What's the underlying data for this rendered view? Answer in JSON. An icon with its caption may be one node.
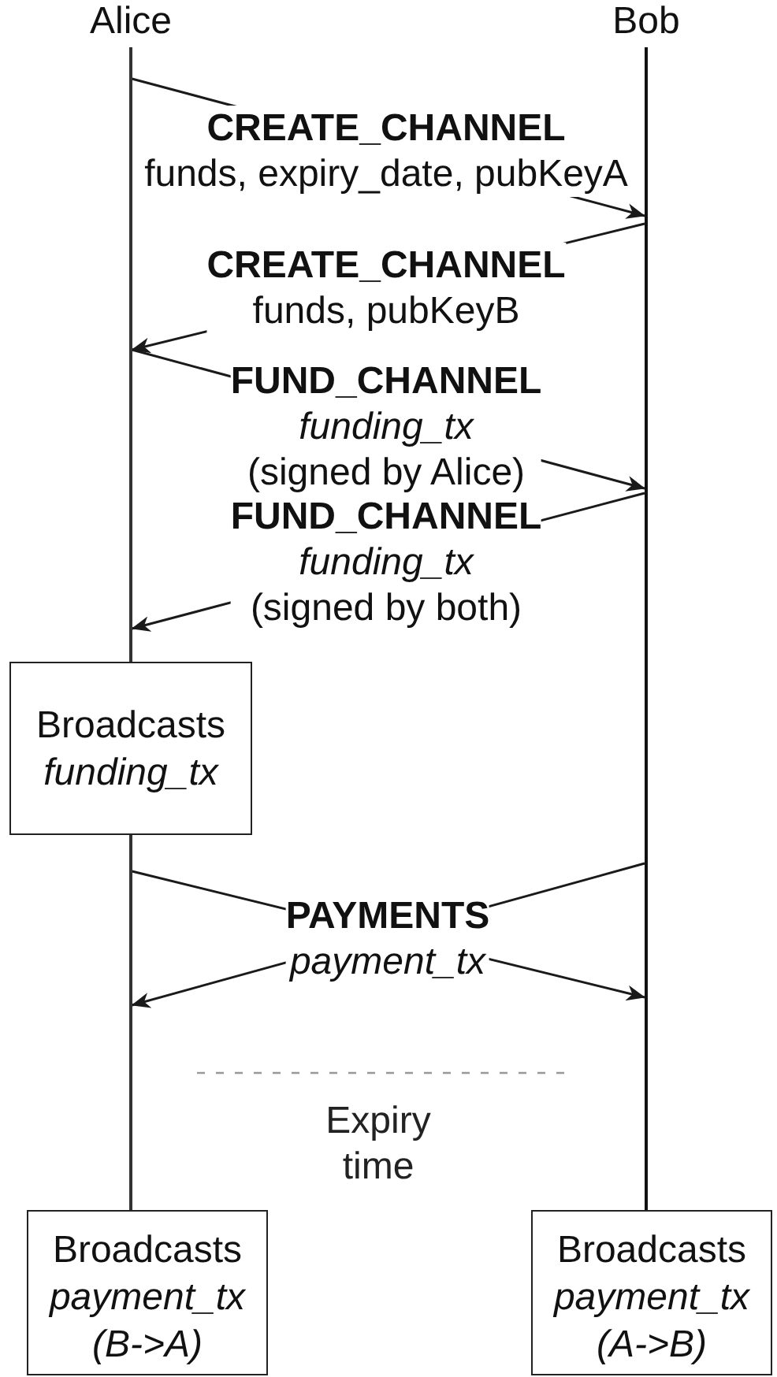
{
  "diagram": {
    "nodes": [
      {
        "text": [
          "Alice"
        ]
      },
      {
        "text": [
          "Bob"
        ]
      },
      {
        "text": [
          "Broadcasts *funding_tx*"
        ]
      },
      {
        "text": [
          "Broadcasts *payment_tx* *(B->A)*"
        ]
      },
      {
        "text": [
          "Broadcasts *payment_tx* *(A->B)*"
        ]
      }
    ],
    "edges": [
      {
        "from": 0,
        "to": 1,
        "arrow": "to",
        "label": "**CREATE_CHANNEL** funds, expiry_date, pubKeyA"
      },
      {
        "from": 1,
        "to": 0,
        "arrow": "to",
        "label": "**CREATE_CHANNEL** funds, pubKeyB"
      },
      {
        "from": 0,
        "to": 1,
        "arrow": "to",
        "label": "**FUND_CHANNEL** *funding_tx* (signed by Alice)"
      },
      {
        "from": 1,
        "to": 0,
        "arrow": "to",
        "label": "**FUND_CHANNEL** *funding_tx* (signed by both)"
      },
      {
        "from": 0,
        "to": 1,
        "arrow": "to",
        "label": "**PAYMENTS** *payment_tx*"
      },
      {
        "from": 1,
        "to": 0,
        "arrow": "to"
      }
    ],
    "labels": [
      "Expiry time"
    ]
  }
}
